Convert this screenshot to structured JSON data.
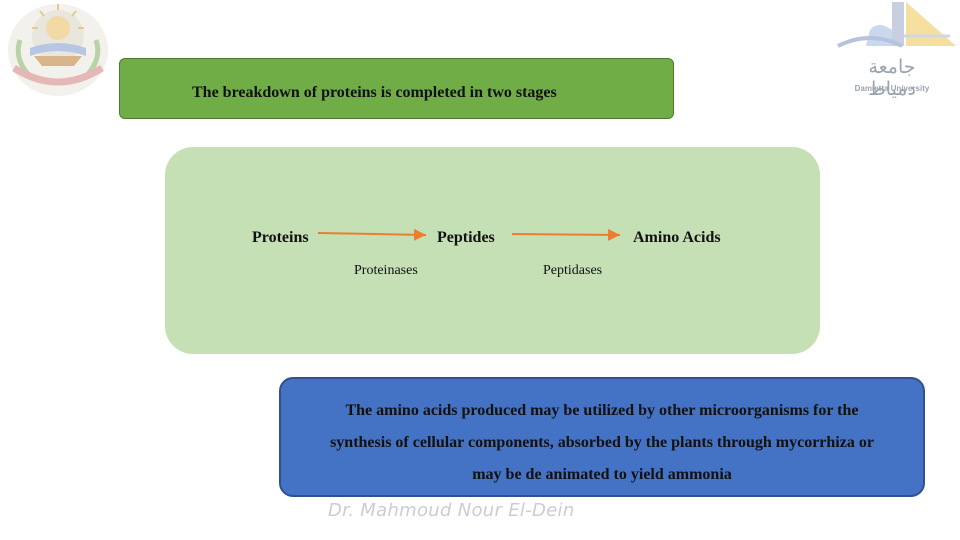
{
  "header": {
    "university_name_ar": "جامعة دمياط",
    "university_name_en": "Damietta University"
  },
  "title": "The breakdown of proteins is completed in two stages",
  "pathway": {
    "proteins": "Proteins",
    "peptides": "Peptides",
    "amino_acids": "Amino Acids",
    "enzyme_1": "Proteinases",
    "enzyme_2": "Peptidases"
  },
  "note": {
    "line1": "The amino acids produced may be utilized by other microorganisms for the",
    "line2": "synthesis of cellular components, absorbed by the plants through mycorrhiza or",
    "line3": "may be de animated to yield ammonia"
  },
  "watermark": "Dr. Mahmoud Nour El-Dein",
  "colors": {
    "title_box": "#70ad47",
    "panel": "#c5e0b4",
    "note_box": "#4472c4",
    "arrow": "#ed7d31"
  }
}
